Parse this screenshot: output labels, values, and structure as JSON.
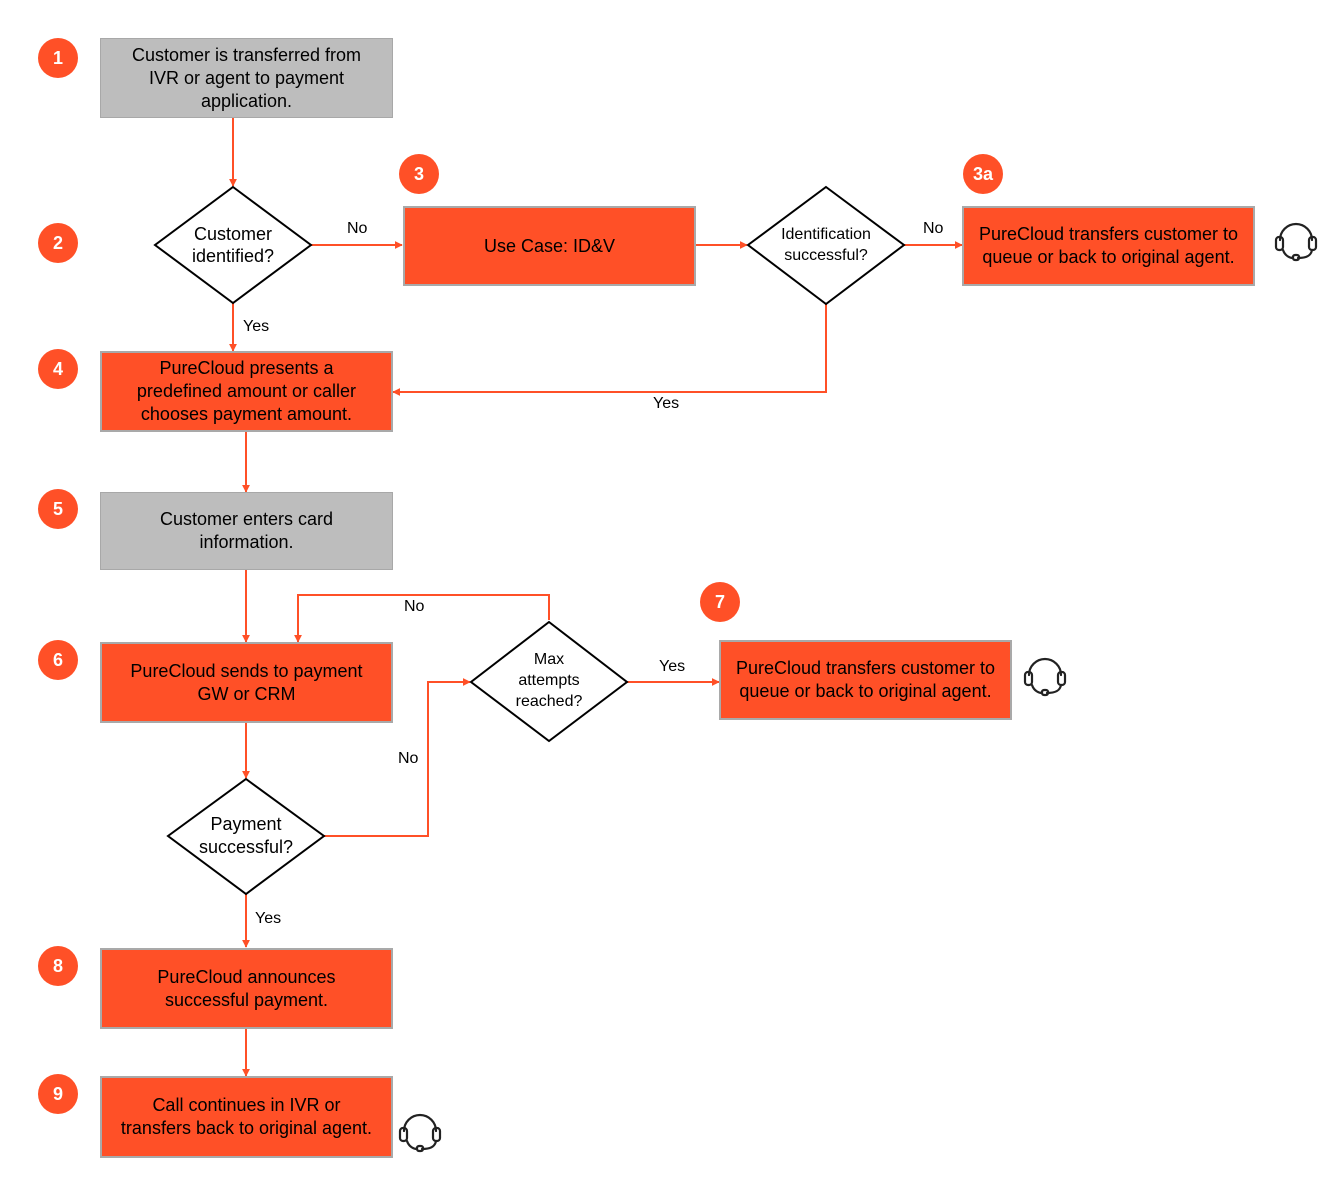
{
  "colors": {
    "accent": "#ff5027",
    "gray_box": "#bdbdbd",
    "line": "#ff5027"
  },
  "badges": {
    "b1": "1",
    "b2": "2",
    "b3": "3",
    "b3a": "3a",
    "b4": "4",
    "b5": "5",
    "b6": "6",
    "b7": "7",
    "b8": "8",
    "b9": "9"
  },
  "boxes": {
    "step1": "Customer is transferred from\nIVR or agent to payment\napplication.",
    "id_v": "Use Case: ID&V",
    "step3a": "PureCloud transfers customer to\nqueue or back to original agent.",
    "step4": "PureCloud presents a\npredefined amount or caller\nchooses payment amount.",
    "step5": "Customer enters card\ninformation.",
    "step6": "PureCloud sends to payment\nGW or CRM",
    "step7": "PureCloud transfers customer to\nqueue or back to original agent.",
    "step8": "PureCloud announces\nsuccessful payment.",
    "step9": "Call continues in IVR or\ntransfers back to original agent."
  },
  "decisions": {
    "customer_identified": "Customer\nidentified?",
    "identification_successful": "Identification\nsuccessful?",
    "max_attempts": "Max\nattempts\nreached?",
    "payment_successful": "Payment\nsuccessful?"
  },
  "edge_labels": {
    "customer_identified_no": "No",
    "customer_identified_yes": "Yes",
    "identification_no": "No",
    "identification_yes": "Yes",
    "max_attempts_no": "No",
    "max_attempts_yes": "Yes",
    "payment_no": "No",
    "payment_yes": "Yes"
  },
  "icons": {
    "agent_3a": "headset-icon",
    "agent_7": "headset-icon",
    "agent_9": "headset-icon"
  }
}
